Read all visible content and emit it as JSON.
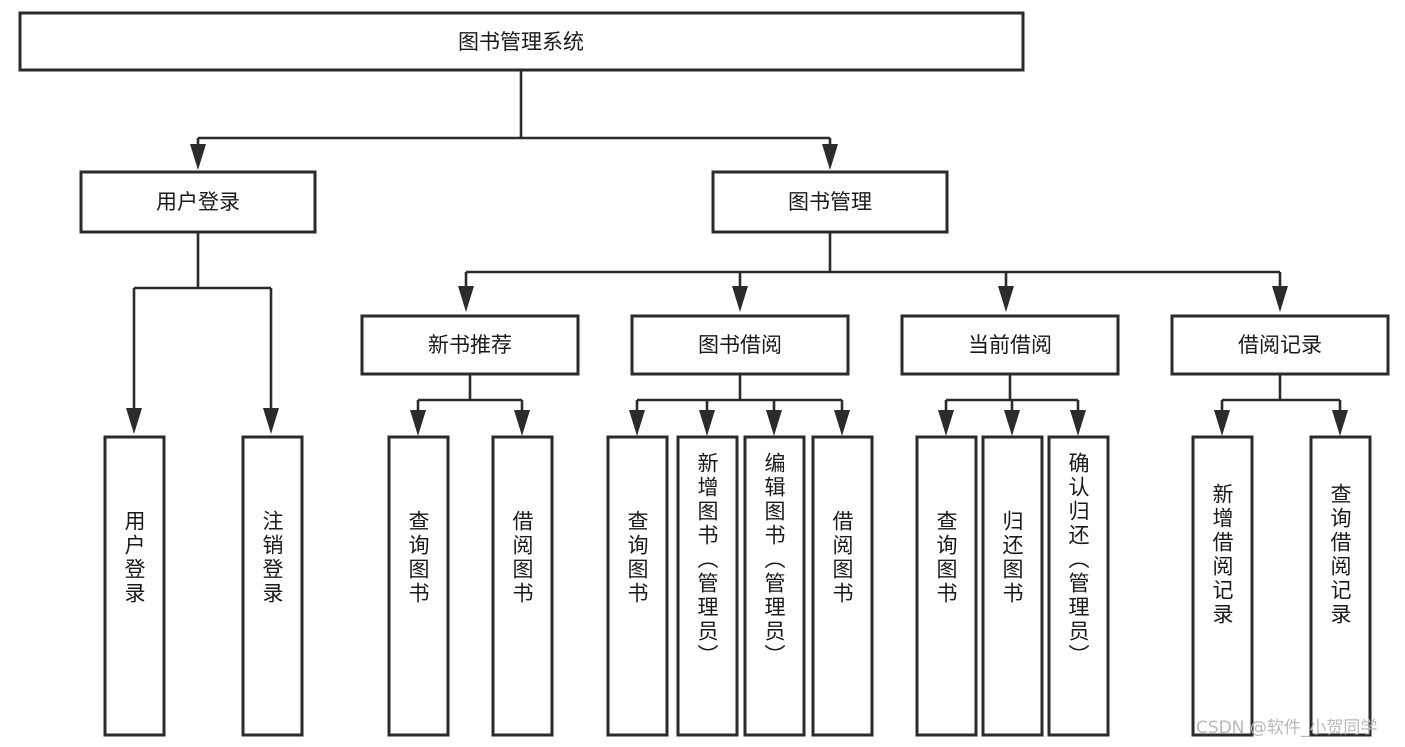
{
  "diagram": {
    "type": "tree",
    "title": "图书管理系统",
    "watermark": "CSDN @软件_小贺同学",
    "colors": {
      "box_stroke": "#2b2b2b",
      "box_fill": "#ffffff",
      "connector": "#2b2b2b",
      "text": "#1a1a1a",
      "watermark": "#b9b9b9",
      "background": "#ffffff"
    },
    "levels": {
      "root": {
        "label": "图书管理系统"
      },
      "level2": [
        {
          "label": "用户登录"
        },
        {
          "label": "图书管理"
        }
      ],
      "level3": [
        {
          "label": "新书推荐"
        },
        {
          "label": "图书借阅"
        },
        {
          "label": "当前借阅"
        },
        {
          "label": "借阅记录"
        }
      ],
      "leaves": [
        {
          "label": "用户登录",
          "parent": "用户登录"
        },
        {
          "label": "注销登录",
          "parent": "用户登录"
        },
        {
          "label": "查询图书",
          "parent": "新书推荐"
        },
        {
          "label": "借阅图书",
          "parent": "新书推荐"
        },
        {
          "label": "查询图书",
          "parent": "图书借阅"
        },
        {
          "label": "新增图书（管理员）",
          "parent": "图书借阅"
        },
        {
          "label": "编辑图书（管理员）",
          "parent": "图书借阅"
        },
        {
          "label": "借阅图书",
          "parent": "图书借阅"
        },
        {
          "label": "查询图书",
          "parent": "当前借阅"
        },
        {
          "label": "归还图书",
          "parent": "当前借阅"
        },
        {
          "label": "确认归还（管理员）",
          "parent": "当前借阅"
        },
        {
          "label": "新增借阅记录",
          "parent": "借阅记录"
        },
        {
          "label": "查询借阅记录",
          "parent": "借阅记录"
        }
      ]
    }
  }
}
